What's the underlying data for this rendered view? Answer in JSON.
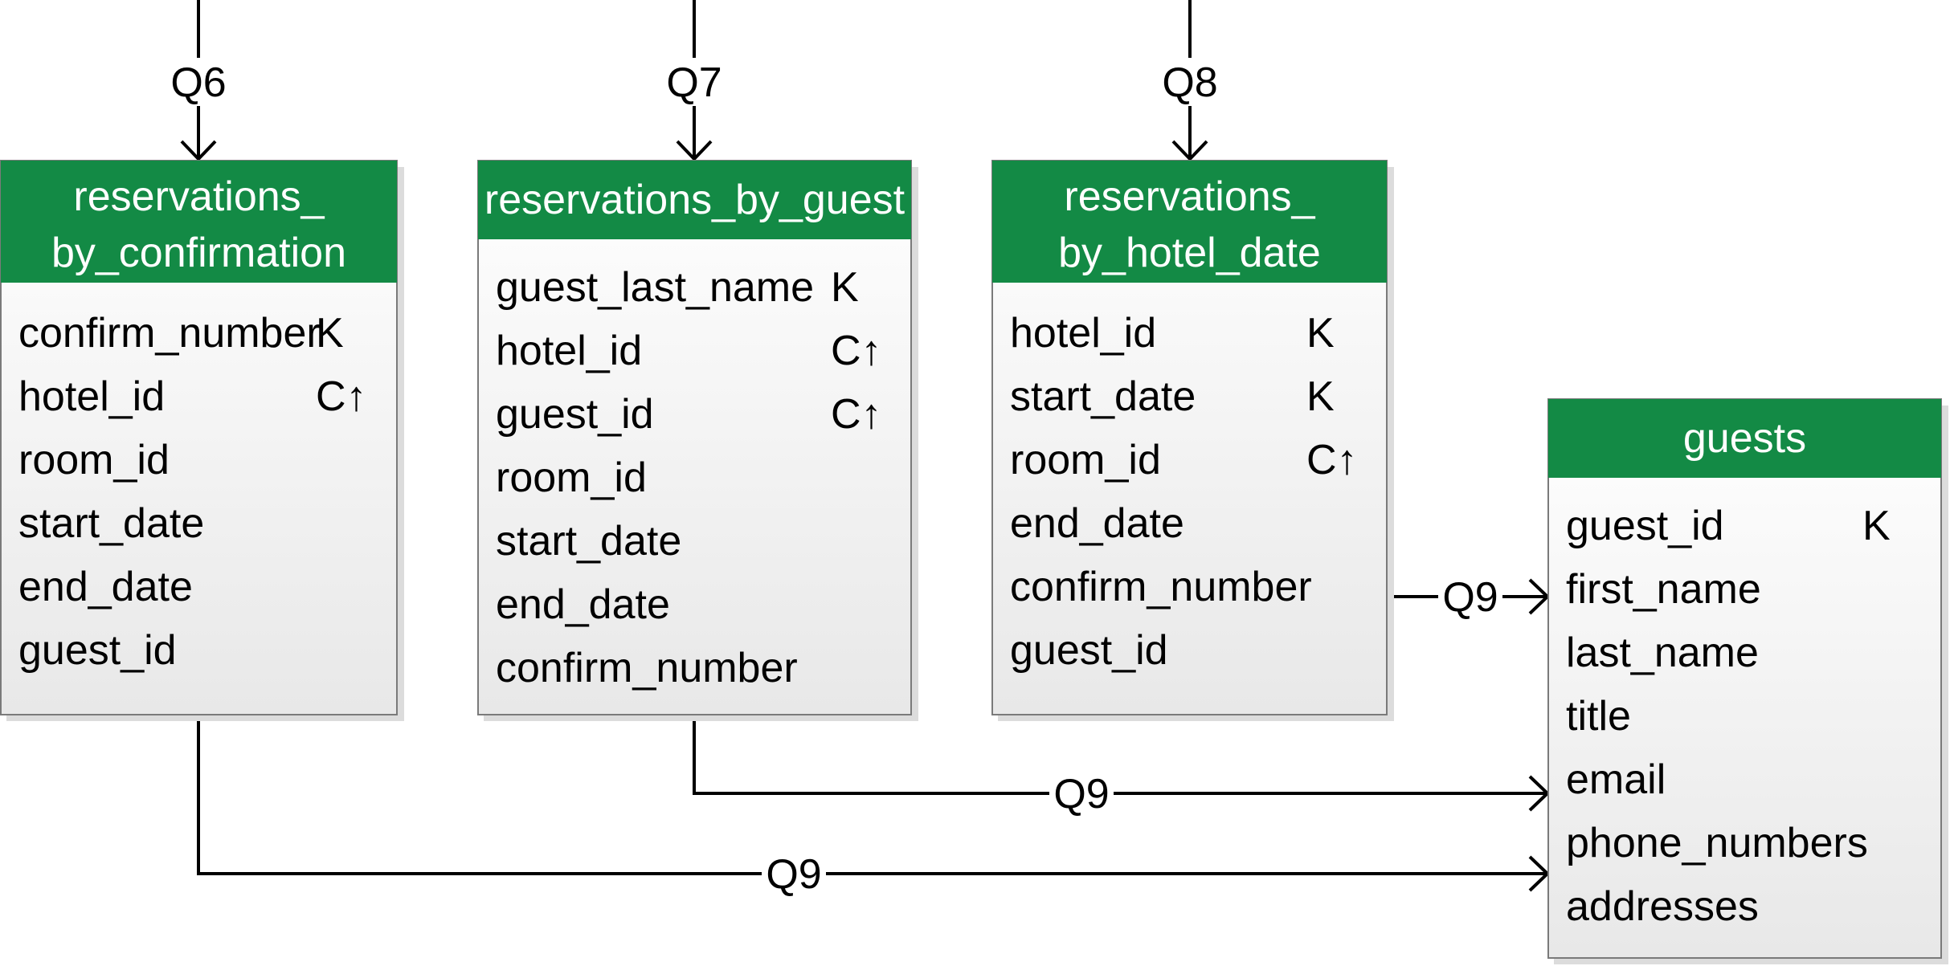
{
  "queries": {
    "q6": "Q6",
    "q7": "Q7",
    "q8": "Q8",
    "q9_a": "Q9",
    "q9_b": "Q9",
    "q9_c": "Q9"
  },
  "tables": [
    {
      "id": "reservations-by-confirmation",
      "title": [
        "reservations_",
        "by_confirmation"
      ],
      "columns": [
        {
          "name": "confirm_number",
          "key": "K"
        },
        {
          "name": "hotel_id",
          "key": "C↑"
        },
        {
          "name": "room_id",
          "key": ""
        },
        {
          "name": "start_date",
          "key": ""
        },
        {
          "name": "end_date",
          "key": ""
        },
        {
          "name": "guest_id",
          "key": ""
        }
      ]
    },
    {
      "id": "reservations-by-guest",
      "title": [
        "reservations_by_guest"
      ],
      "columns": [
        {
          "name": "guest_last_name",
          "key": "K"
        },
        {
          "name": "hotel_id",
          "key": "C↑"
        },
        {
          "name": "guest_id",
          "key": "C↑"
        },
        {
          "name": "room_id",
          "key": ""
        },
        {
          "name": "start_date",
          "key": ""
        },
        {
          "name": "end_date",
          "key": ""
        },
        {
          "name": "confirm_number",
          "key": ""
        }
      ]
    },
    {
      "id": "reservations-by-hotel-date",
      "title": [
        "reservations_",
        "by_hotel_date"
      ],
      "columns": [
        {
          "name": "hotel_id",
          "key": "K"
        },
        {
          "name": "start_date",
          "key": "K"
        },
        {
          "name": "room_id",
          "key": "C↑"
        },
        {
          "name": "end_date",
          "key": ""
        },
        {
          "name": "confirm_number",
          "key": ""
        },
        {
          "name": "guest_id",
          "key": ""
        }
      ]
    },
    {
      "id": "guests",
      "title": [
        "guests"
      ],
      "columns": [
        {
          "name": "guest_id",
          "key": "K"
        },
        {
          "name": "first_name",
          "key": ""
        },
        {
          "name": "last_name",
          "key": ""
        },
        {
          "name": "title",
          "key": ""
        },
        {
          "name": "email",
          "key": ""
        },
        {
          "name": "phone_numbers",
          "key": ""
        },
        {
          "name": "addresses",
          "key": ""
        }
      ]
    }
  ]
}
